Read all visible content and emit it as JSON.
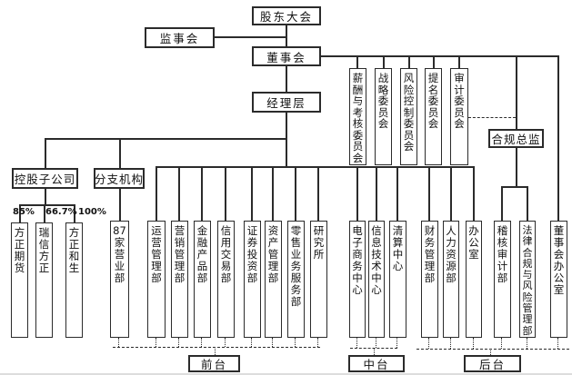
{
  "org": {
    "shareholders": "股东大会",
    "supervisory": "监事会",
    "board": "董事会",
    "management": "经理层",
    "compliance": "合规总监",
    "holding": "控股子公司",
    "branches": "分支机构",
    "committees": [
      "薪酬与考核委员会",
      "战略委员会",
      "风险控制委员会",
      "提名委员会",
      "审计委员会"
    ],
    "subsidiaries": [
      {
        "name": "方正期货",
        "share": "85%"
      },
      {
        "name": "瑞信方正",
        "share": "66.7%"
      },
      {
        "name": "方正和生",
        "share": "100%"
      }
    ],
    "branch_units": [
      "87家营业部"
    ],
    "front_departments": [
      "运营管理部",
      "营销管理部",
      "金融产品部",
      "信用交易部",
      "证券投资部",
      "资产管理部",
      "零售业务服务部",
      "研究所"
    ],
    "middle_departments": [
      "电子商务中心",
      "信息技术中心",
      "清算中心"
    ],
    "back_departments": [
      "财务管理部",
      "人力资源部",
      "办公室"
    ],
    "compliance_departments": [
      "稽核审计部",
      "法律合规与风险管理部"
    ],
    "board_departments": [
      "董事会办公室"
    ],
    "group_labels": {
      "front": "前台",
      "middle": "中台",
      "back": "后台"
    }
  }
}
